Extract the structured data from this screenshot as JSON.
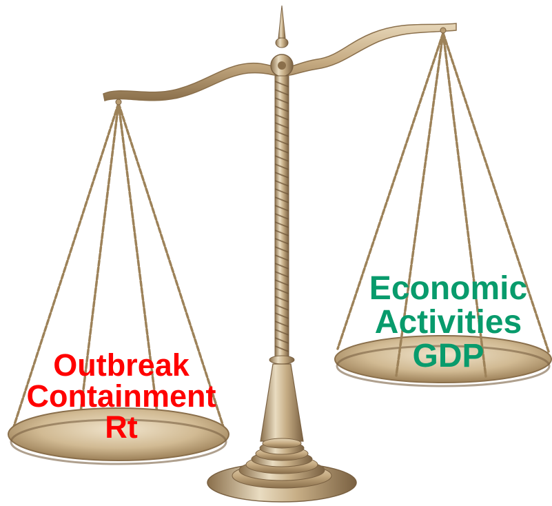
{
  "colors": {
    "brass_light": "#e9dcc1",
    "brass_mid": "#c7ae86",
    "brass_dark": "#8a6f4b",
    "left_caption": "#ff0000",
    "right_caption": "#089b6c"
  },
  "left_pan_caption": {
    "line1": "Outbreak",
    "line2": "Containment",
    "line3": "Rt"
  },
  "right_pan_caption": {
    "line1": "Economic",
    "line2": "Activities",
    "line3": "GDP"
  }
}
